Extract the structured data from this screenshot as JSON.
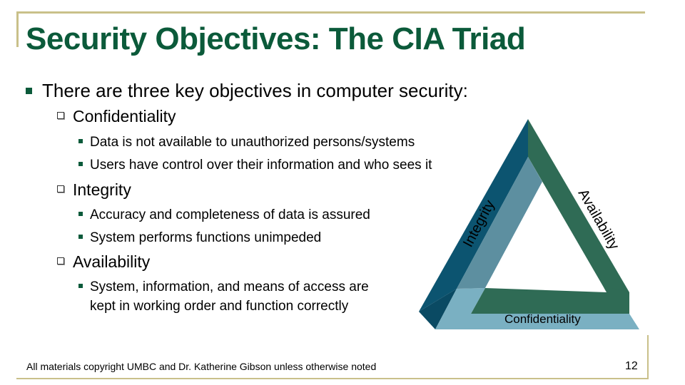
{
  "title": "Security Objectives: The CIA Triad",
  "intro": "There are three key objectives in computer security:",
  "objectives": [
    {
      "name": "Confidentiality",
      "points": [
        "Data is not available to unauthorized persons/systems",
        "Users have control over their information and who sees it"
      ]
    },
    {
      "name": "Integrity",
      "points": [
        "Accuracy and completeness of data is assured",
        "System performs functions unimpeded"
      ]
    },
    {
      "name": "Availability",
      "points": [
        "System, information, and means of access are",
        "kept in working order and function correctly"
      ]
    }
  ],
  "diagram": {
    "left_label": "Integrity",
    "right_label": "Availability",
    "bottom_label": "Confidentiality",
    "colors": {
      "dark_teal": "#0c5470",
      "green": "#2f6b55",
      "light_blue": "#7ab0c2",
      "light_blue_side": "#5d8fa0"
    }
  },
  "footer": "All materials copyright UMBC and Dr. Katherine Gibson unless otherwise noted",
  "page_number": "12"
}
